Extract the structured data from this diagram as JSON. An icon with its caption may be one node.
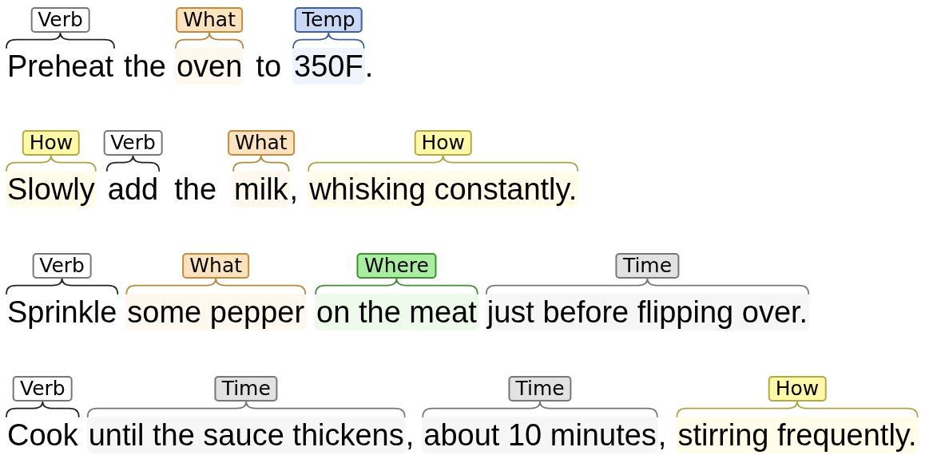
{
  "diagram": {
    "nodes": [
      {
        "text": [
          "Verb"
        ]
      },
      {
        "text": [
          "What"
        ]
      },
      {
        "text": [
          "Temp"
        ]
      },
      {
        "text": [
          "Preheat"
        ]
      },
      {
        "text": [
          "oven"
        ]
      },
      {
        "text": [
          "350F"
        ]
      },
      {
        "text": [
          "How"
        ]
      },
      {
        "text": [
          "Verb"
        ]
      },
      {
        "text": [
          "What"
        ]
      },
      {
        "text": [
          "How"
        ]
      },
      {
        "text": [
          "Slowly"
        ]
      },
      {
        "text": [
          "add"
        ]
      },
      {
        "text": [
          "milk"
        ]
      },
      {
        "text": [
          "whisking constantly."
        ]
      },
      {
        "text": [
          "Verb"
        ]
      },
      {
        "text": [
          "What"
        ]
      },
      {
        "text": [
          "Where"
        ]
      },
      {
        "text": [
          "Time"
        ]
      },
      {
        "text": [
          "Sprinkle"
        ]
      },
      {
        "text": [
          "some pepper"
        ]
      },
      {
        "text": [
          "on the meat"
        ]
      },
      {
        "text": [
          "just before flipping over."
        ]
      },
      {
        "text": [
          "Verb"
        ]
      },
      {
        "text": [
          "Time"
        ]
      },
      {
        "text": [
          "Time"
        ]
      },
      {
        "text": [
          "How"
        ]
      },
      {
        "text": [
          "Cook"
        ]
      },
      {
        "text": [
          "until the sauce thickens"
        ]
      },
      {
        "text": [
          "about 10 minutes"
        ]
      },
      {
        "text": [
          "stirring frequently."
        ]
      }
    ],
    "edges": [
      {
        "from": 0,
        "to": 3,
        "arrow": "none"
      },
      {
        "from": 1,
        "to": 4,
        "arrow": "none",
        "color": "#b8873c"
      },
      {
        "from": 2,
        "to": 5,
        "arrow": "none",
        "color": "#3d5f9e"
      },
      {
        "from": 6,
        "to": 10,
        "arrow": "none",
        "color": "#aca543"
      },
      {
        "from": 7,
        "to": 11,
        "arrow": "none"
      },
      {
        "from": 8,
        "to": 12,
        "arrow": "none",
        "color": "#b8873c"
      },
      {
        "from": 9,
        "to": 13,
        "arrow": "none",
        "color": "#aca543"
      },
      {
        "from": 14,
        "to": 18,
        "arrow": "none"
      },
      {
        "from": 15,
        "to": 19,
        "arrow": "none",
        "color": "#b8873c"
      },
      {
        "from": 16,
        "to": 20,
        "arrow": "none",
        "color": "#3f8f33"
      },
      {
        "from": 17,
        "to": 21,
        "arrow": "none",
        "color": "#777777"
      },
      {
        "from": 22,
        "to": 26,
        "arrow": "none"
      },
      {
        "from": 23,
        "to": 27,
        "arrow": "none",
        "color": "#777777"
      },
      {
        "from": 24,
        "to": 28,
        "arrow": "none",
        "color": "#777777"
      },
      {
        "from": 25,
        "to": 29,
        "arrow": "none",
        "color": "#aca543"
      }
    ],
    "labels": [
      "the",
      "to",
      ".",
      "the",
      ",",
      ",",
      ","
    ]
  }
}
